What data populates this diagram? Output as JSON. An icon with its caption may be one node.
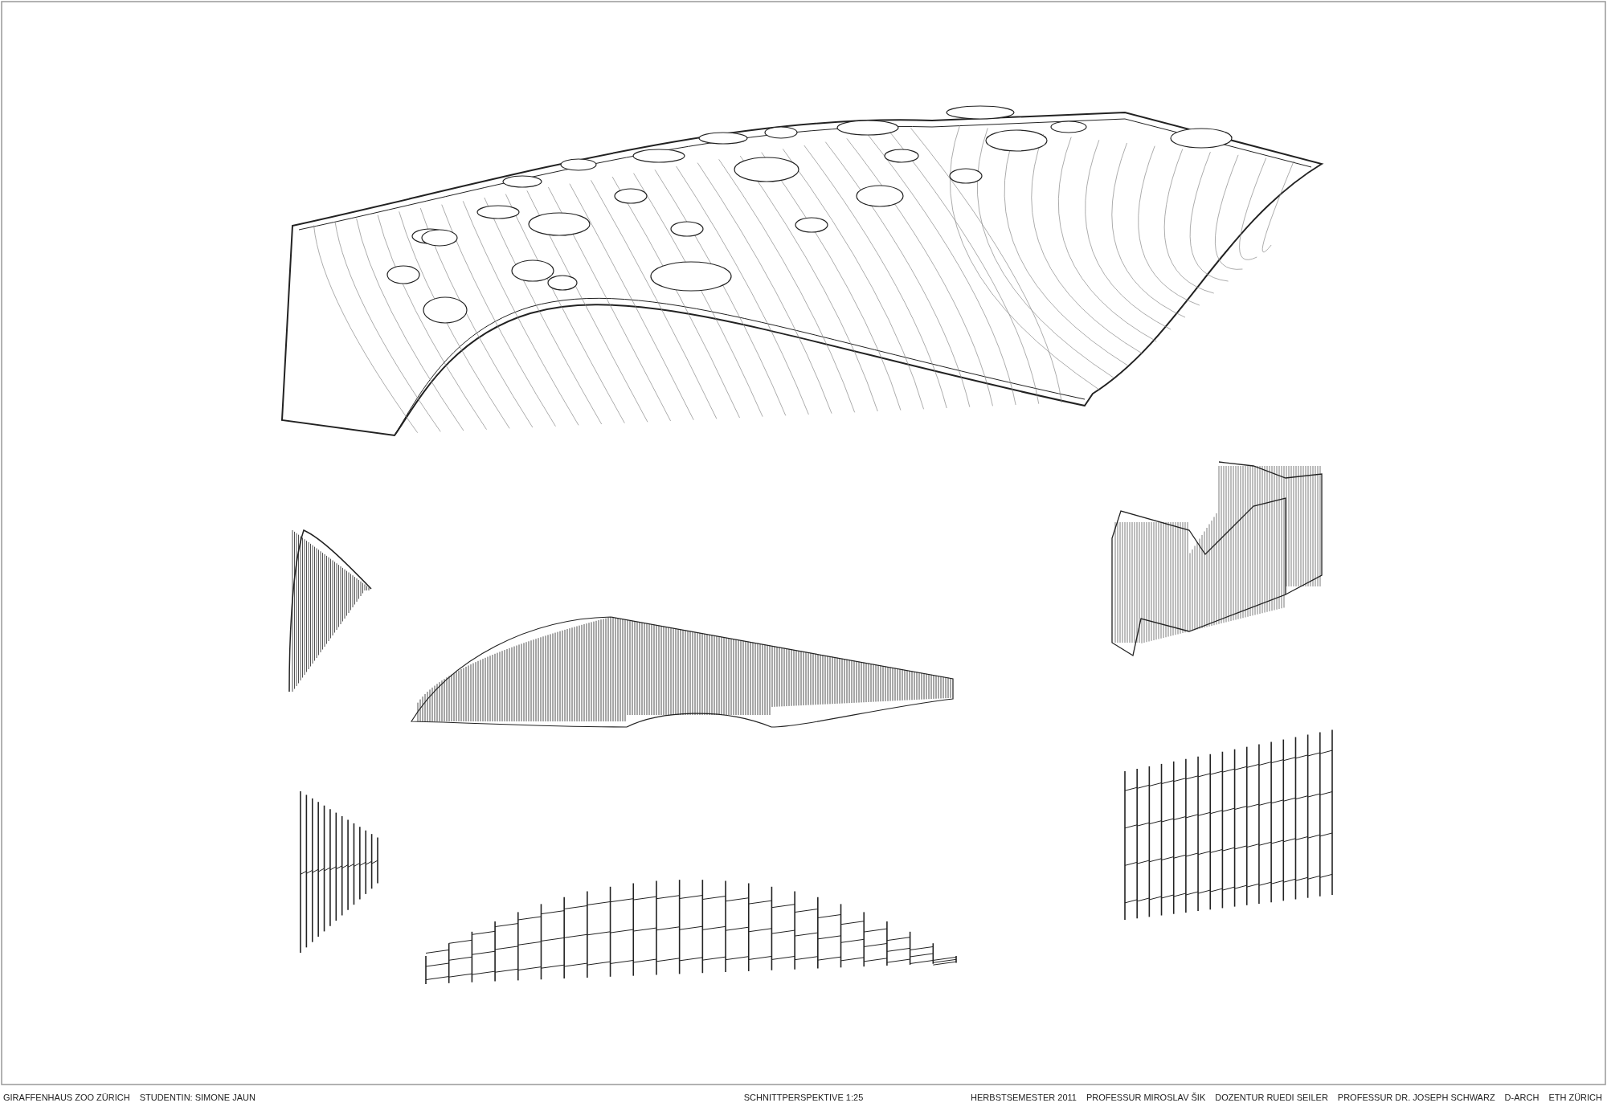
{
  "diagram": {
    "labels": [
      "GIRAFFENHAUS ZOO ZÜRICH",
      "STUDENTIN: SIMONE JAUN",
      "SCHNITTPERSPEKTIVE 1:25",
      "HERBSTSEMESTER 2011",
      "PROFESSUR MIROSLAV ŠIK",
      "DOZENTUR RUEDI SEILER",
      "PROFESSUR DR. JOSEPH SCHWARZ",
      "D-ARCH",
      "ETH ZÜRICH"
    ]
  }
}
